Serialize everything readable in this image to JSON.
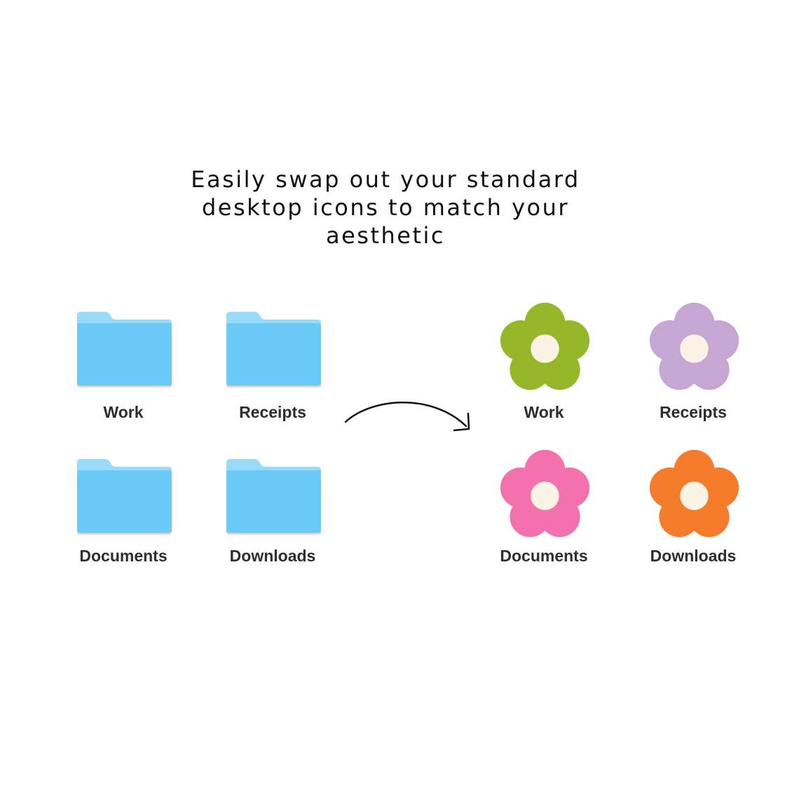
{
  "headline": {
    "lines": [
      "Easily swap out your standard",
      "desktop icons to match your",
      "aesthetic"
    ]
  },
  "before": {
    "items": [
      {
        "label": "Work",
        "icon": "folder-icon",
        "color": "#6CCBF6"
      },
      {
        "label": "Receipts",
        "icon": "folder-icon",
        "color": "#6CCBF6"
      },
      {
        "label": "Documents",
        "icon": "folder-icon",
        "color": "#6CCBF6"
      },
      {
        "label": "Downloads",
        "icon": "folder-icon",
        "color": "#6CCBF6"
      }
    ]
  },
  "arrow": {
    "icon": "curved-arrow-icon"
  },
  "after": {
    "items": [
      {
        "label": "Work",
        "icon": "flower-icon",
        "color": "#96B72A"
      },
      {
        "label": "Receipts",
        "icon": "flower-icon",
        "color": "#C7A6D3"
      },
      {
        "label": "Documents",
        "icon": "flower-icon",
        "color": "#F371AC"
      },
      {
        "label": "Downloads",
        "icon": "flower-icon",
        "color": "#F47C2A"
      }
    ],
    "center_color": "#FBF3E6"
  }
}
